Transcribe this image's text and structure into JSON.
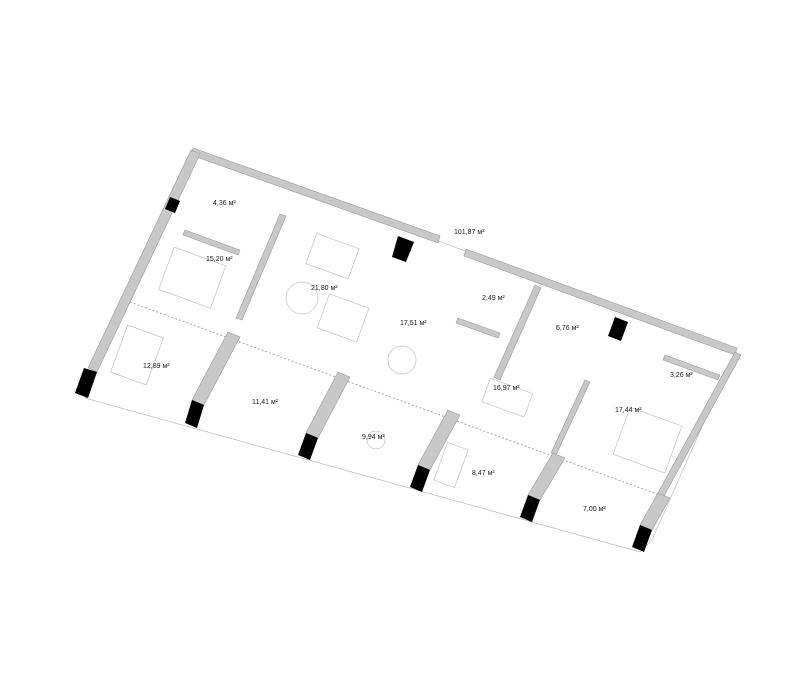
{
  "plan": {
    "unit": "м²",
    "total_area": "101,87",
    "rooms": [
      {
        "id": "bathroom-1",
        "area": "4,36"
      },
      {
        "id": "bedroom-1",
        "area": "15,20"
      },
      {
        "id": "living-room",
        "area": "21,80"
      },
      {
        "id": "hall",
        "area": "17,51"
      },
      {
        "id": "wc",
        "area": "2,49"
      },
      {
        "id": "bathroom-2",
        "area": "6,76"
      },
      {
        "id": "bathroom-3",
        "area": "3,26"
      },
      {
        "id": "balcony-1",
        "area": "12,89"
      },
      {
        "id": "balcony-2",
        "area": "11,41"
      },
      {
        "id": "balcony-3",
        "area": "9,94"
      },
      {
        "id": "kitchen",
        "area": "16,97"
      },
      {
        "id": "bedroom-2",
        "area": "17,44"
      },
      {
        "id": "balcony-4",
        "area": "8,47"
      },
      {
        "id": "balcony-5",
        "area": "7,00"
      }
    ]
  }
}
